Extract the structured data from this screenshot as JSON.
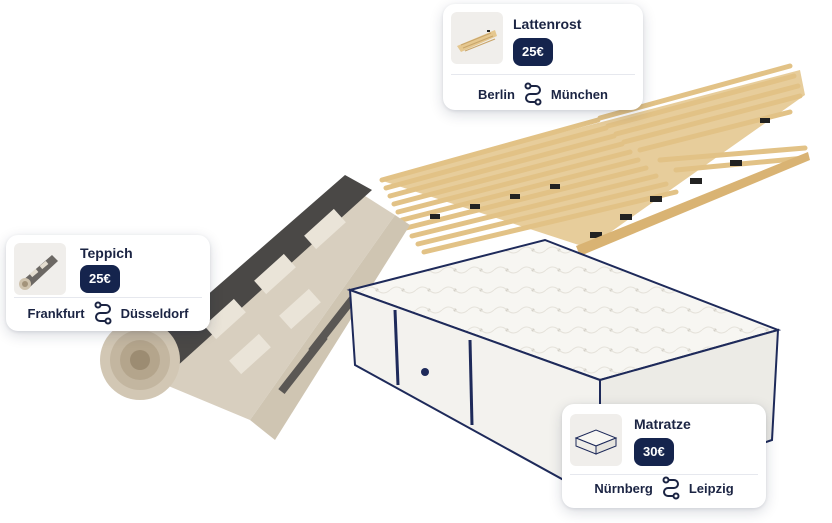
{
  "products": [
    {
      "id": "lattenrost",
      "title": "Lattenrost",
      "price": "25€",
      "from": "Berlin",
      "to": "München",
      "thumb_icon": "slatted-frame-icon"
    },
    {
      "id": "teppich",
      "title": "Teppich",
      "price": "25€",
      "from": "Frankfurt",
      "to": "Düsseldorf",
      "thumb_icon": "rolled-rug-icon"
    },
    {
      "id": "matratze",
      "title": "Matratze",
      "price": "30€",
      "from": "Nürnberg",
      "to": "Leipzig",
      "thumb_icon": "mattress-icon"
    }
  ],
  "route_icon": "route-icon",
  "colors": {
    "accent": "#15244d",
    "text": "#1b2443",
    "wood": "#e8c98f",
    "mattress_trim": "#1e2a5a"
  }
}
